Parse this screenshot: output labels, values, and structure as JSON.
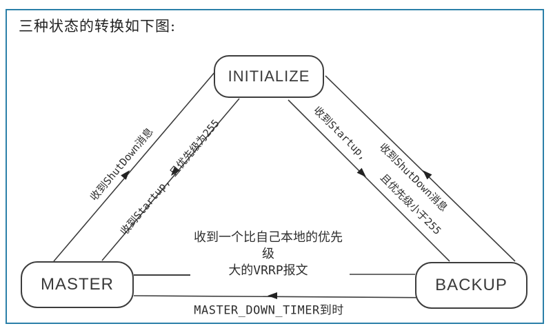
{
  "page": {
    "title": "三种状态的转换如下图:"
  },
  "diagram": {
    "type": "state-transition-diagram",
    "nodes": {
      "initialize": "INITIALIZE",
      "master": "MASTER",
      "backup": "BACKUP"
    },
    "edges": {
      "master_to_initialize": "收到ShutDown消息",
      "initialize_to_master": "收到Startup, 且优先级为255",
      "initialize_to_backup_line1": "收到Startup,",
      "initialize_to_backup_line2": "且优先级小于255",
      "backup_to_initialize": "收到ShutDown消息",
      "master_to_backup_line1": "收到一个比自己本地的优先",
      "master_to_backup_line2": "级",
      "master_to_backup_line3": "大的VRRP报文",
      "backup_to_master": "MASTER_DOWN_TIMER到时"
    },
    "colors": {
      "frame_border": "#2a7fa8",
      "line": "#3c3c3c",
      "text": "#2e2e2e",
      "background": "#ffffff"
    }
  }
}
